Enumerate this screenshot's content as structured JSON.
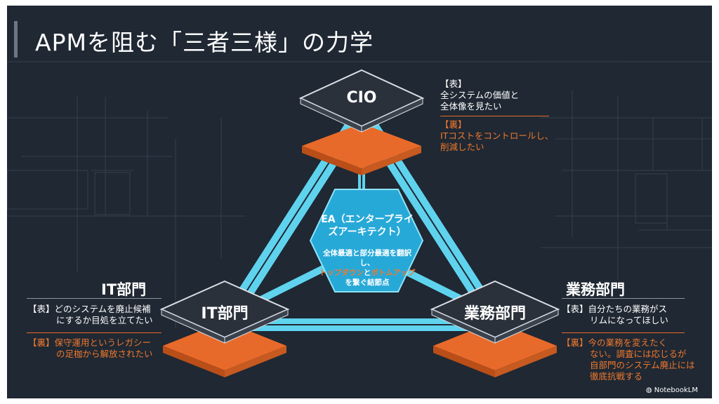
{
  "title": "APMを阻む「三者三様」の力学",
  "cio": {
    "label": "CIO",
    "front_tag": "【表】",
    "front_lines": [
      "全システムの価値と",
      "全体像を見たい"
    ],
    "back_tag": "【裏】",
    "back_lines": [
      "ITコストをコントロールし、",
      "削減したい"
    ]
  },
  "it": {
    "side_title": "IT部門",
    "label": "IT部門",
    "front_lines": [
      "【表】どのシステムを廃止候補",
      "にするか目処を立てたい"
    ],
    "back_lines": [
      "【裏】保守運用というレガシー",
      "の足枷から解放されたい"
    ]
  },
  "biz": {
    "side_title": "業務部門",
    "label": "業務部門",
    "front_lines": [
      "【表】自分たちの業務がス",
      "リムになってほしい"
    ],
    "back_lines": [
      "【裏】今の業務を変えたく",
      "ない。調査には応じるが",
      "自部門のシステム廃止には",
      "徹底抗戦する"
    ]
  },
  "ea": {
    "title_lines": [
      "EA（エンタープライ",
      "ズアーキテクト）"
    ],
    "body_line1": "全体最適と部分最適を翻訳し、",
    "body_orange1": "トップダウン",
    "body_mid": "と",
    "body_orange2": "ボトムアップ",
    "body_line3": "を繋ぐ結節点"
  },
  "watermark": "NotebookLM",
  "colors": {
    "background": "#1f2833",
    "frame": "#5fd3ee",
    "orange": "#e86a2a",
    "platform": "#2a313b",
    "hexagon": "#27a9d8"
  }
}
